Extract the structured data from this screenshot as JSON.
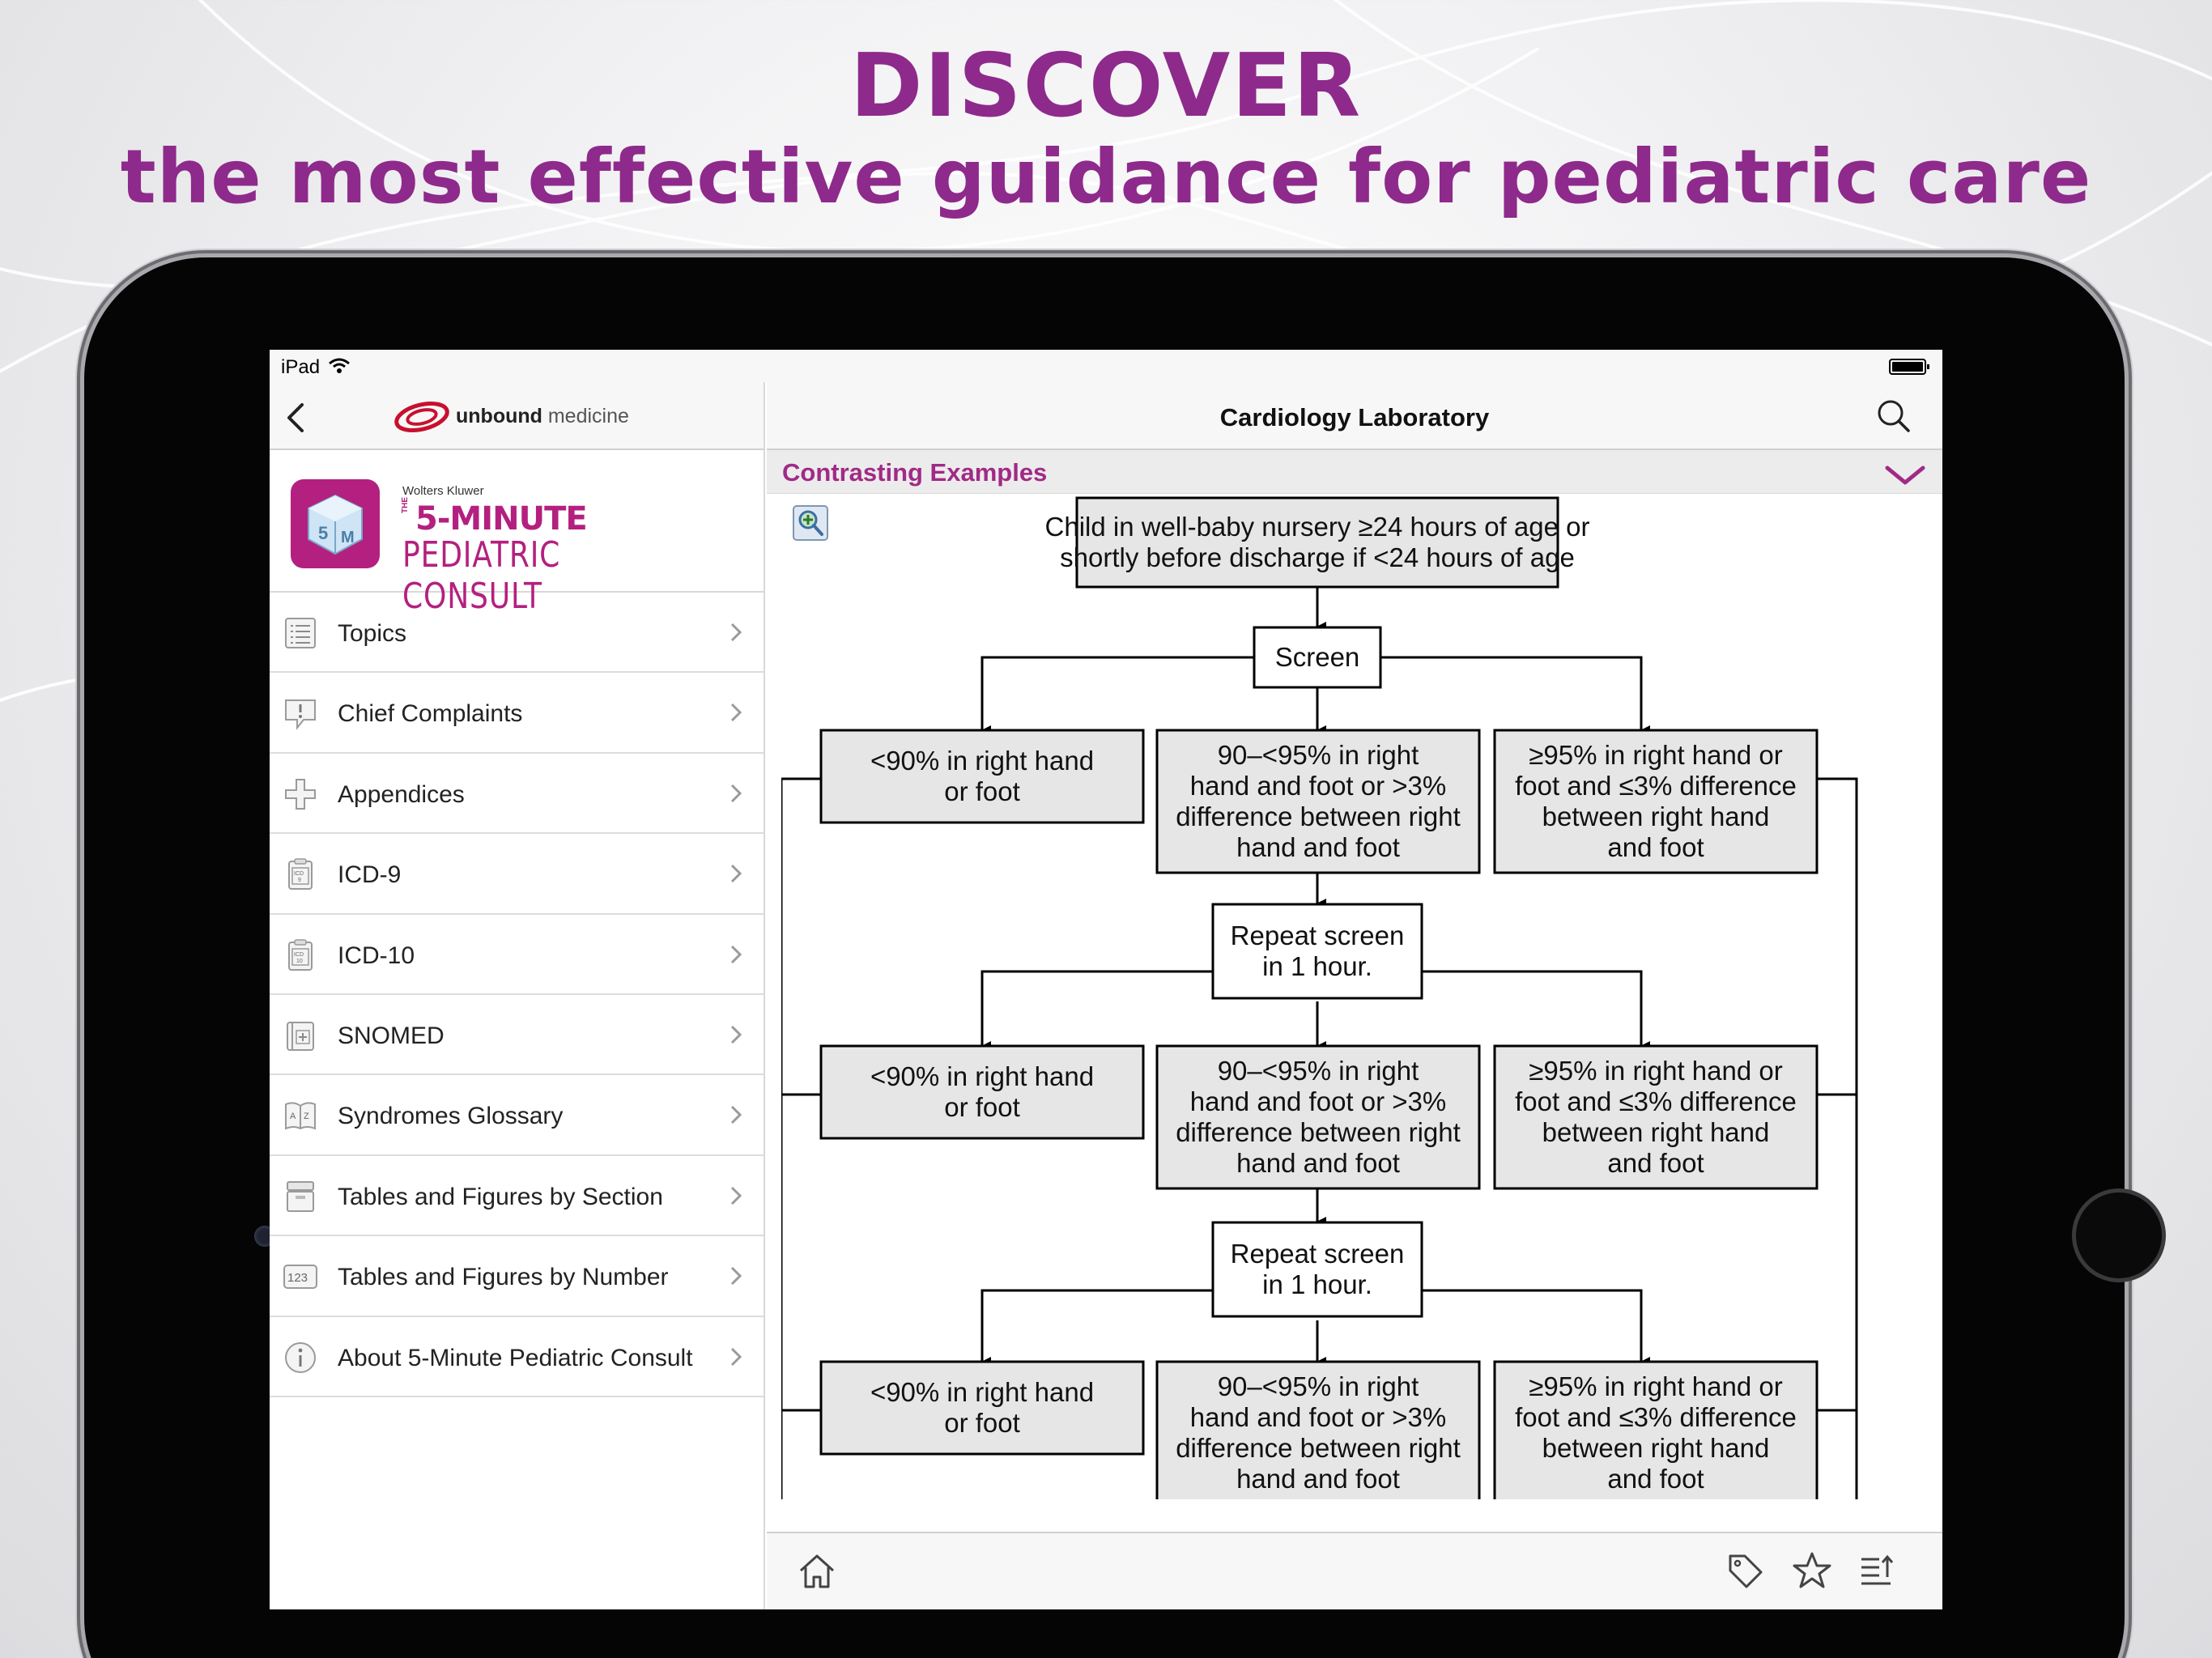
{
  "promo": {
    "headline": "DISCOVER",
    "subheadline": "the most effective guidance for pediatric care"
  },
  "status_bar": {
    "carrier": "iPad"
  },
  "left_panel": {
    "logo_text_bold": "unbound",
    "logo_text_light": " medicine",
    "publisher": "Wolters Kluwer",
    "brand_the": "THE",
    "brand_title_line1": "5-MINUTE",
    "brand_title_line2": "PEDIATRIC CONSULT",
    "menu": [
      {
        "label": "Topics",
        "icon": "list-icon"
      },
      {
        "label": "Chief Complaints",
        "icon": "speech-exclamation-icon"
      },
      {
        "label": "Appendices",
        "icon": "plus-icon"
      },
      {
        "label": "ICD-9",
        "icon": "icd9-icon"
      },
      {
        "label": "ICD-10",
        "icon": "icd10-icon"
      },
      {
        "label": "SNOMED",
        "icon": "snomed-icon"
      },
      {
        "label": "Syndromes Glossary",
        "icon": "book-az-icon"
      },
      {
        "label": "Tables and Figures by Section",
        "icon": "archive-box-icon"
      },
      {
        "label": "Tables and Figures by Number",
        "icon": "number-123-icon"
      },
      {
        "label": "About 5-Minute Pediatric Consult",
        "icon": "info-icon"
      }
    ]
  },
  "right_panel": {
    "title": "Cardiology Laboratory",
    "section_title": "Contrasting Examples"
  },
  "flowchart": {
    "start": [
      "Child in well-baby nursery ≥24 hours of age or",
      "shortly before discharge if <24 hours of age"
    ],
    "screen": "Screen",
    "repeat": [
      "Repeat screen",
      "in 1 hour."
    ],
    "low": [
      "<90% in right hand",
      "or foot"
    ],
    "mid": [
      "90–<95% in right",
      "hand and foot or >3%",
      "difference between right",
      "hand and foot"
    ],
    "high": [
      "≥95% in right hand or",
      "foot and ≤3% difference",
      "between right hand",
      "and foot"
    ]
  },
  "colors": {
    "brand_purple": "#8e2a8b",
    "section_magenta": "#a12a86",
    "app_pink": "#b4207f",
    "logo_red": "#c8102e",
    "box_fill": "#e6e6e6"
  }
}
